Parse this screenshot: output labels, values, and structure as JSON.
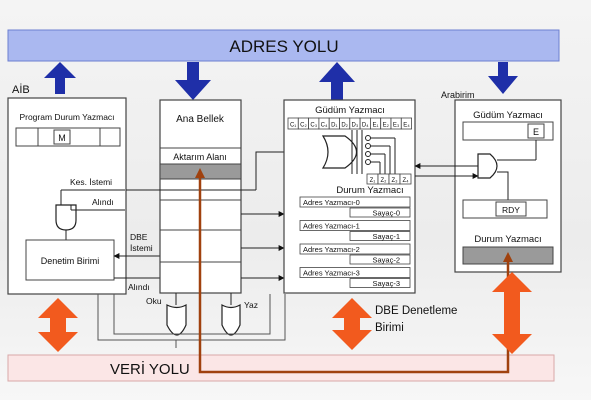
{
  "address_bus": {
    "label": "ADRES YOLU"
  },
  "data_bus": {
    "label": "VERİ YOLU"
  },
  "cpu": {
    "label": "AİB",
    "program_status_register": "Program Durum Yazmacı",
    "flag": "M",
    "interrupt_request": "Kes. İstemi",
    "ack_top": "Alındı",
    "control_unit": "Denetim Birimi"
  },
  "memory": {
    "title": "Ana Bellek",
    "transfer_area": "Aktarım Alanı",
    "read": "Oku",
    "write": "Yaz"
  },
  "dma_signals": {
    "dbe": "DBE",
    "request": "İstemi",
    "ack_bottom": "Alındı"
  },
  "dma_controller": {
    "command_register": "Güdüm Yazmacı",
    "command_bits": [
      "C₁",
      "C₂",
      "C₃",
      "C₄",
      "D₁",
      "D₂",
      "D₃",
      "D₄",
      "E₁",
      "E₂",
      "E₃",
      "E₄"
    ],
    "z_bits": [
      "Z₁",
      "Z₂",
      "Z₃",
      "Z₄"
    ],
    "status_register": "Durum Yazmacı",
    "channels": [
      {
        "address": "Adres Yazmacı-0",
        "counter": "Sayaç-0"
      },
      {
        "address": "Adres Yazmacı-1",
        "counter": "Sayaç-1"
      },
      {
        "address": "Adres Yazmacı-2",
        "counter": "Sayaç-2"
      },
      {
        "address": "Adres Yazmacı-3",
        "counter": "Sayaç-3"
      }
    ],
    "caption_line1": "DBE Denetleme",
    "caption_line2": "Birimi"
  },
  "interface": {
    "label": "Arabirim",
    "command_register": "Güdüm Yazmacı",
    "flag": "E",
    "ready": "RDY",
    "status_register": "Durum Yazmacı"
  },
  "colors": {
    "bus_fill": "#aab8f0",
    "data_bus_fill": "#fbe6e6",
    "arrow_blue": "#1f2fa8",
    "arrow_orange": "#f25a1e",
    "line_brown": "#a0410e"
  }
}
